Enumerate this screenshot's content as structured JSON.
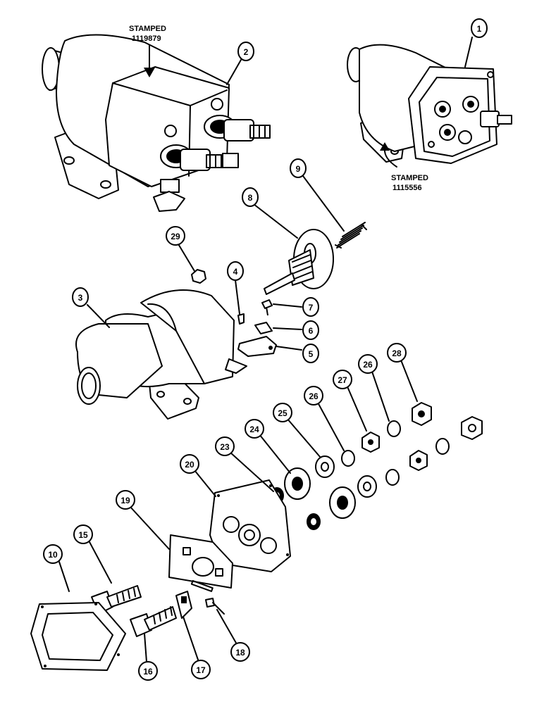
{
  "stamps": {
    "top_left_line1": "STAMPED",
    "top_left_line2": "1119879",
    "top_right_line1": "STAMPED",
    "top_right_line2": "1115556"
  },
  "callouts": [
    "1",
    "2",
    "3",
    "4",
    "5",
    "6",
    "7",
    "8",
    "9",
    "10",
    "15",
    "16",
    "17",
    "18",
    "19",
    "20",
    "23",
    "24",
    "25",
    "26",
    "26",
    "27",
    "28",
    "29"
  ]
}
